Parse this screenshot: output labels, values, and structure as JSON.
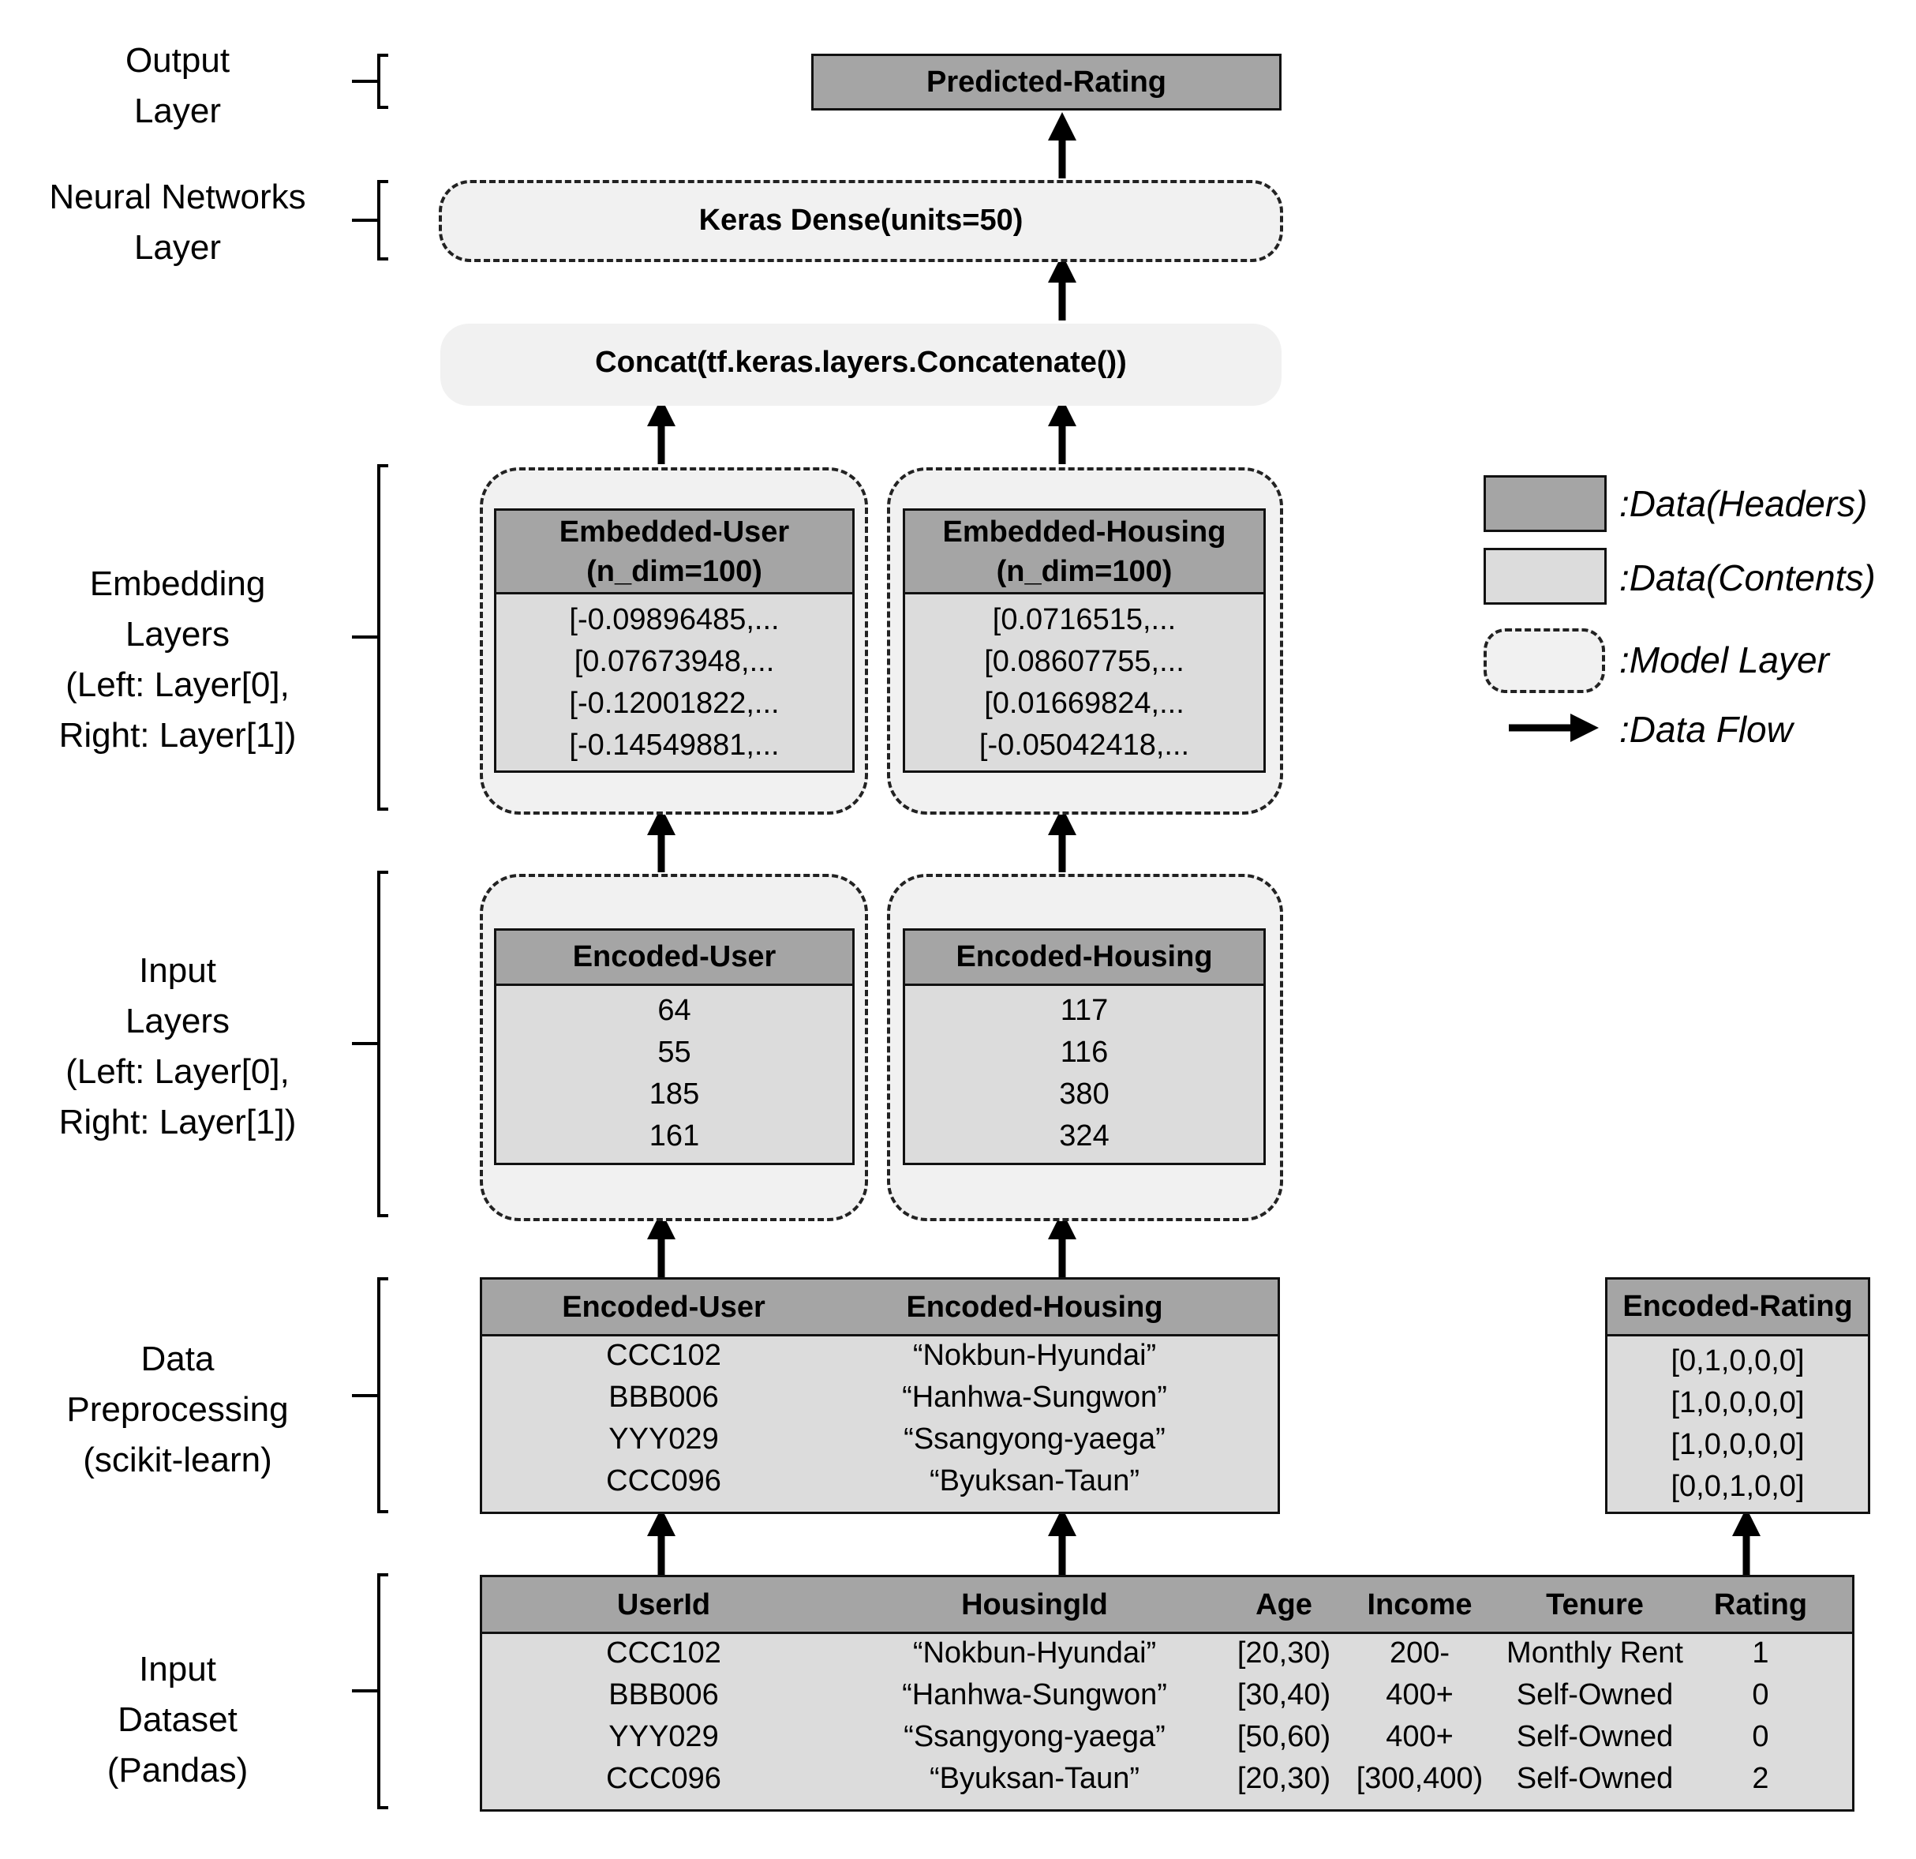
{
  "side_labels": {
    "output": [
      "Output",
      "Layer"
    ],
    "neural": [
      "Neural Networks",
      "Layer"
    ],
    "embedding": [
      "Embedding",
      "Layers",
      "(Left: Layer[0],",
      "Right: Layer[1])"
    ],
    "input_layers": [
      "Input",
      "Layers",
      "(Left: Layer[0],",
      "Right: Layer[1])"
    ],
    "preprocessing": [
      "Data",
      "Preprocessing",
      "(scikit-learn)"
    ],
    "dataset": [
      "Input",
      "Dataset",
      "(Pandas)"
    ]
  },
  "output_box": "Predicted-Rating",
  "dense_layer": "Keras Dense(units=50)",
  "concat_layer": "Concat(tf.keras.layers.Concatenate())",
  "embedded_user": {
    "header": [
      "Embedded-User",
      "(n_dim=100)"
    ],
    "rows": [
      "[-0.09896485,...",
      "[0.07673948,...",
      "[-0.12001822,...",
      "[-0.14549881,..."
    ]
  },
  "embedded_housing": {
    "header": [
      "Embedded-Housing",
      "(n_dim=100)"
    ],
    "rows": [
      "[0.0716515,...",
      "[0.08607755,...",
      "[0.01669824,...",
      "[-0.05042418,..."
    ]
  },
  "encoded_user_input": {
    "header": "Encoded-User",
    "rows": [
      "64",
      "55",
      "185",
      "161"
    ]
  },
  "encoded_housing_input": {
    "header": "Encoded-Housing",
    "rows": [
      "117",
      "116",
      "380",
      "324"
    ]
  },
  "preprocessing_table": {
    "headers": [
      "Encoded-User",
      "Encoded-Housing"
    ],
    "user_col": [
      "CCC102",
      "BBB006",
      "YYY029",
      "CCC096"
    ],
    "housing_col": [
      "“Nokbun-Hyundai”",
      "“Hanhwa-Sungwon”",
      "“Ssangyong-yaega”",
      "“Byuksan-Taun”"
    ]
  },
  "encoded_rating": {
    "header": "Encoded-Rating",
    "rows": [
      "[0,1,0,0,0]",
      "[1,0,0,0,0]",
      "[1,0,0,0,0]",
      "[0,0,1,0,0]"
    ]
  },
  "dataset_table": {
    "headers": [
      "UserId",
      "HousingId",
      "Age",
      "Income",
      "Tenure",
      "Rating"
    ],
    "columns": [
      [
        "CCC102",
        "BBB006",
        "YYY029",
        "CCC096"
      ],
      [
        "“Nokbun-Hyundai”",
        "“Hanhwa-Sungwon”",
        "“Ssangyong-yaega”",
        "“Byuksan-Taun”"
      ],
      [
        "[20,30)",
        "[30,40)",
        "[50,60)",
        "[20,30)"
      ],
      [
        "200-",
        "400+",
        "400+",
        "[300,400)"
      ],
      [
        "Monthly Rent",
        "Self-Owned",
        "Self-Owned",
        "Self-Owned"
      ],
      [
        "1",
        "0",
        "0",
        "2"
      ]
    ]
  },
  "legend": {
    "headers": ":Data(Headers)",
    "contents": ":Data(Contents)",
    "model_layer": ":Model Layer",
    "data_flow": ":Data Flow"
  },
  "colors": {
    "header_fill": "#a5a5a5",
    "content_fill": "#dcdcdc",
    "layer_fill": "#f1f1f1",
    "line": "#111111"
  }
}
